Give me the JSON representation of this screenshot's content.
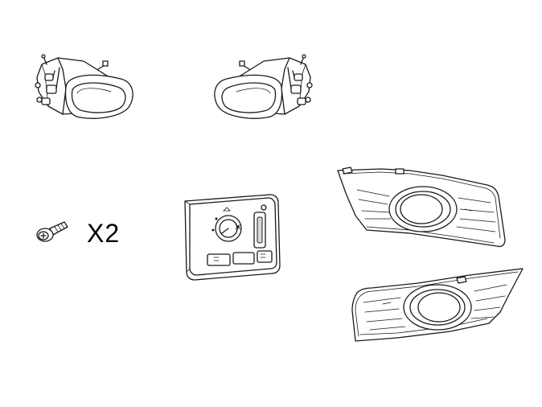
{
  "diagram": {
    "parts": [
      {
        "id": "fog-lamp-left",
        "icon": "fog-lamp-icon"
      },
      {
        "id": "fog-lamp-right",
        "icon": "fog-lamp-icon"
      },
      {
        "id": "screw",
        "icon": "screw-icon",
        "quantity_label": "X2"
      },
      {
        "id": "light-switch-panel",
        "icon": "light-switch-icon"
      },
      {
        "id": "bezel-upper",
        "icon": "fog-lamp-bezel-icon"
      },
      {
        "id": "bezel-lower",
        "icon": "fog-lamp-bezel-icon"
      }
    ],
    "colors": {
      "line": "#1a1a1a",
      "background": "#ffffff",
      "shade": "#d9d9d9"
    }
  }
}
